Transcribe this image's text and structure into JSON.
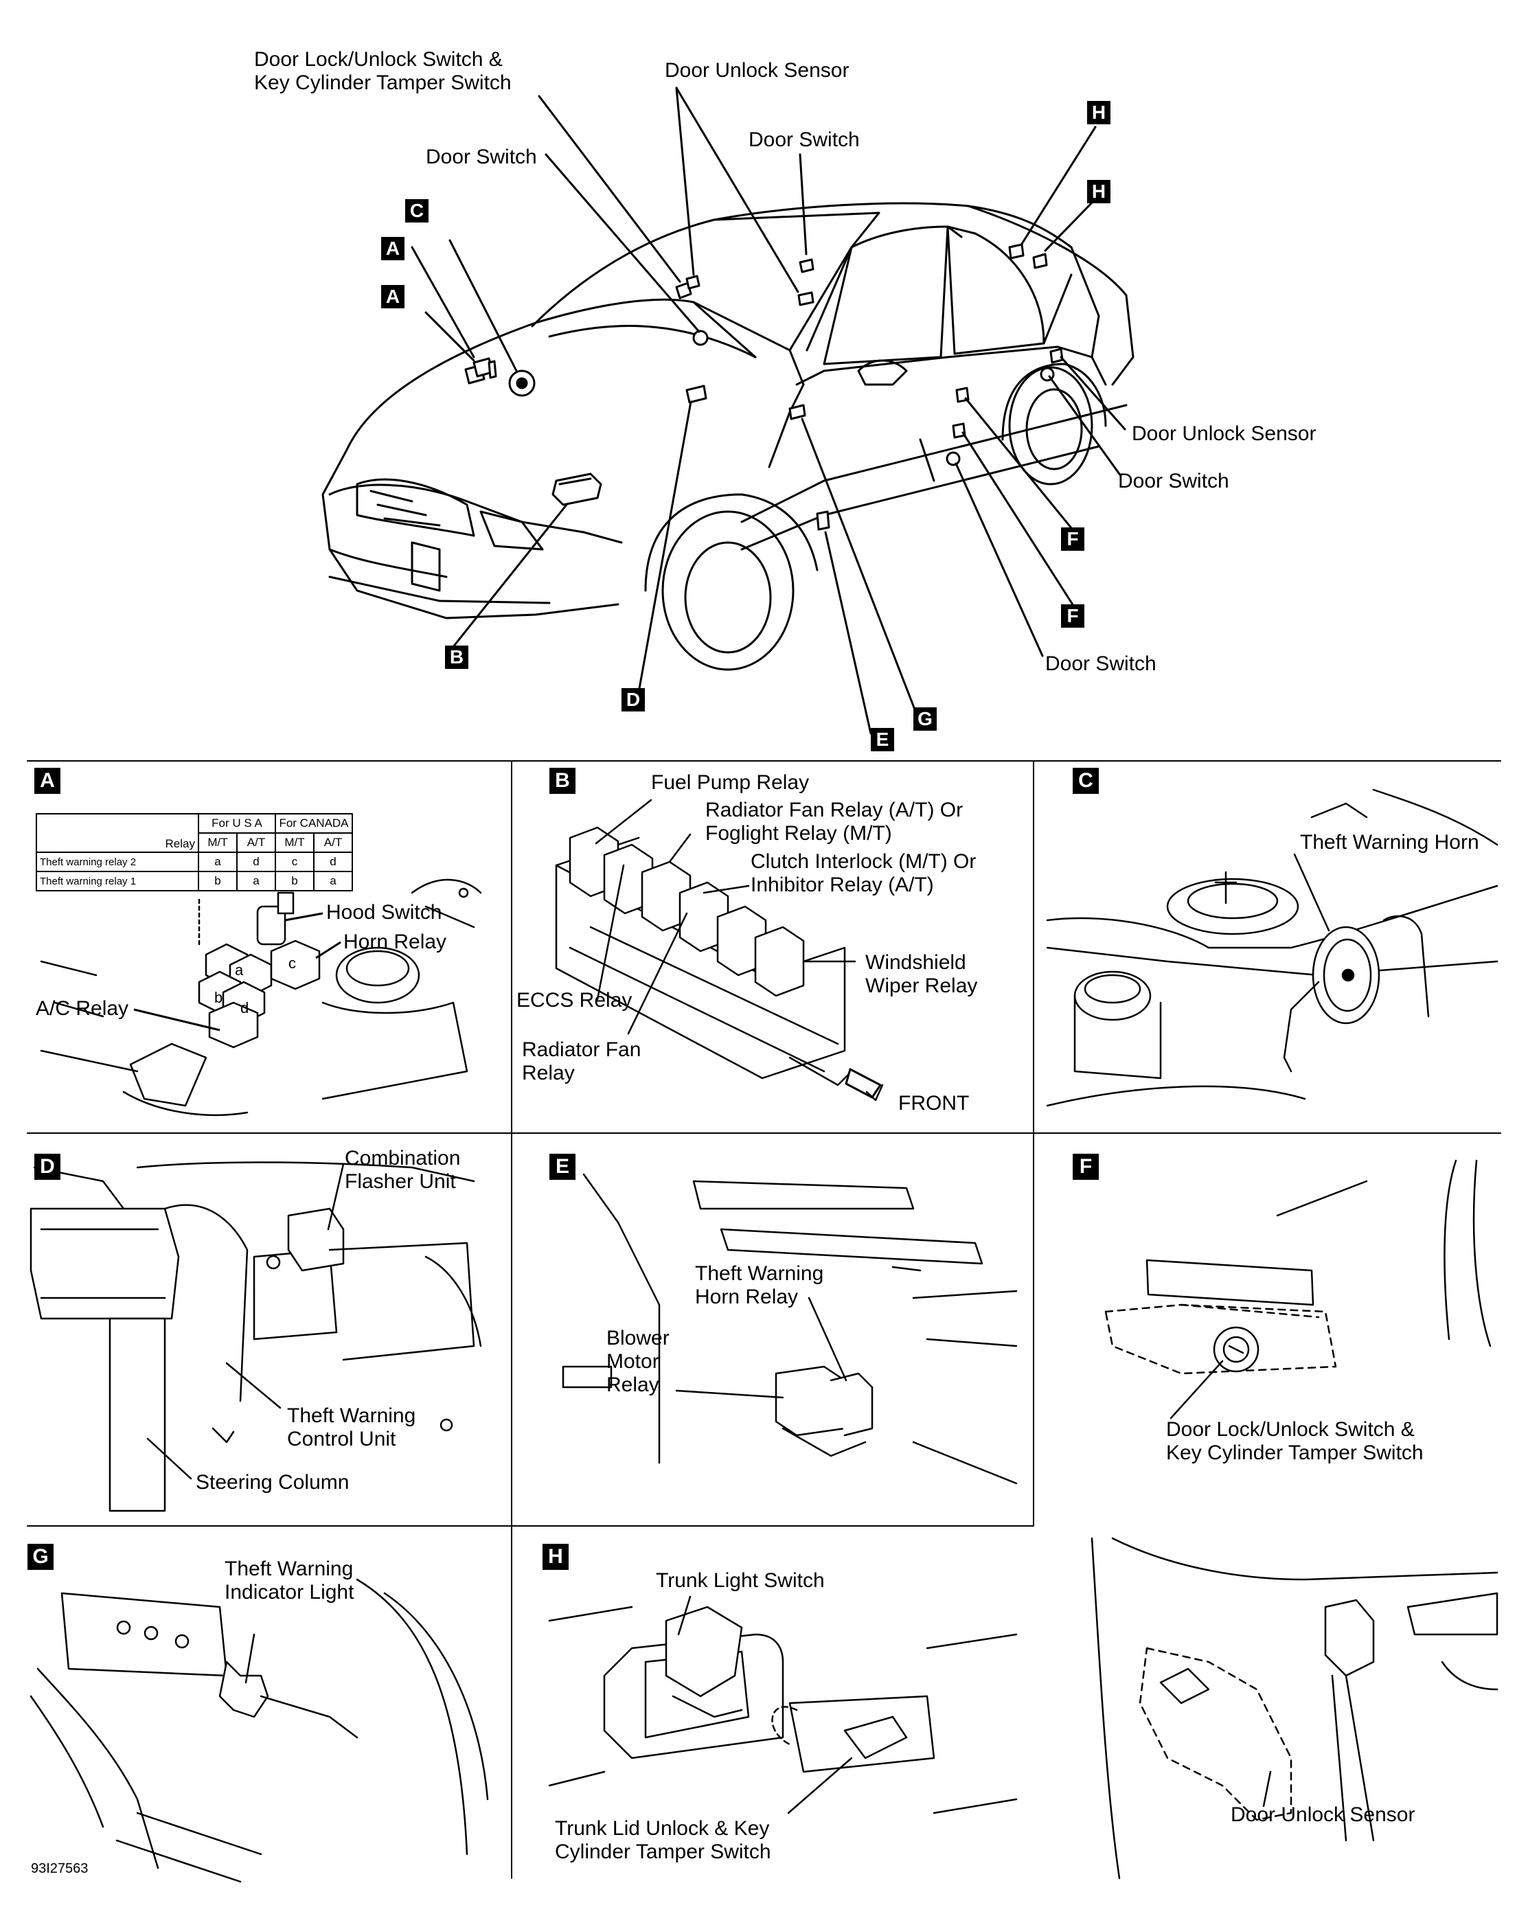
{
  "top_labels": {
    "door_lock_switch": "Door Lock/Unlock Switch &\nKey Cylinder Tamper Switch",
    "door_unlock_sensor_top": "Door Unlock Sensor",
    "door_switch_left": "Door Switch",
    "door_switch_top": "Door Switch",
    "door_unlock_sensor_right": "Door Unlock Sensor",
    "door_switch_right": "Door Switch",
    "door_switch_bottom": "Door Switch"
  },
  "top_badges": {
    "c": "C",
    "a1": "A",
    "a2": "A",
    "h1": "H",
    "h2": "H",
    "f1": "F",
    "f2": "F",
    "b": "B",
    "d": "D",
    "e": "E",
    "g": "G"
  },
  "panels": {
    "a": {
      "badge": "A",
      "table": {
        "group_usa": "For U S A",
        "group_canada": "For CANADA",
        "relay_header": "Relay",
        "cols": [
          "M/T",
          "A/T",
          "M/T",
          "A/T"
        ],
        "rows": [
          {
            "name": "Theft warning relay 2",
            "vals": [
              "a",
              "d",
              "c",
              "d"
            ]
          },
          {
            "name": "Theft warning relay 1",
            "vals": [
              "b",
              "a",
              "b",
              "a"
            ]
          }
        ]
      },
      "hood_switch": "Hood Switch",
      "horn_relay": "Horn Relay",
      "ac_relay": "A/C Relay",
      "relay_letters": [
        "a",
        "b",
        "c",
        "d"
      ]
    },
    "b": {
      "badge": "B",
      "fuel_pump": "Fuel Pump Relay",
      "radiator_fan_at": "Radiator Fan Relay (A/T) Or\nFoglight Relay (M/T)",
      "clutch": "Clutch Interlock (M/T) Or\nInhibitor Relay (A/T)",
      "wiper": "Windshield\nWiper Relay",
      "eccs": "ECCS Relay",
      "radiator_fan": "Radiator Fan\nRelay",
      "front": "FRONT"
    },
    "c": {
      "badge": "C",
      "horn": "Theft Warning Horn"
    },
    "d": {
      "badge": "D",
      "flasher": "Combination\nFlasher Unit",
      "control": "Theft Warning\nControl Unit",
      "steering": "Steering Column"
    },
    "e": {
      "badge": "E",
      "horn_relay": "Theft Warning\nHorn Relay",
      "blower": "Blower\nMotor\nRelay"
    },
    "f": {
      "badge": "F",
      "switch": "Door Lock/Unlock Switch &\nKey Cylinder Tamper Switch"
    },
    "g": {
      "badge": "G",
      "indicator": "Theft Warning\nIndicator Light"
    },
    "h": {
      "badge": "H",
      "trunk_light": "Trunk Light Switch",
      "trunk_lid": "Trunk Lid Unlock & Key\nCylinder Tamper Switch"
    },
    "extra": {
      "sensor": "Door Unlock Sensor"
    }
  },
  "figure_id": "93I27563"
}
